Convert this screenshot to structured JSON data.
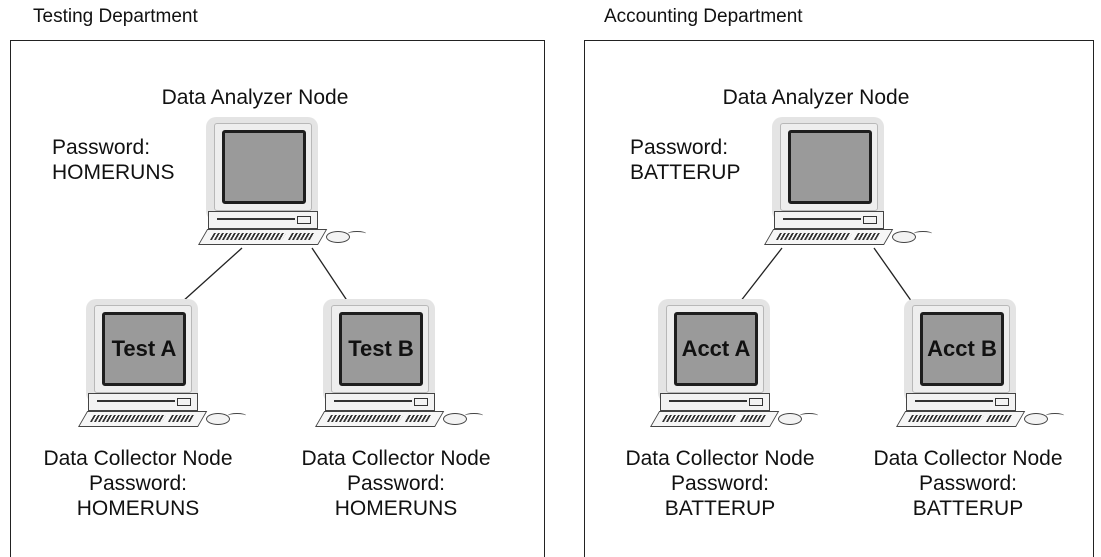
{
  "testing": {
    "title": "Testing Department",
    "analyzer": {
      "name": "Data Analyzer Node",
      "password_label": "Password:",
      "password": "HOMERUNS"
    },
    "collector_a": {
      "screen": "Test A",
      "name": "Data Collector Node",
      "password_label": "Password:",
      "password": "HOMERUNS"
    },
    "collector_b": {
      "screen": "Test B",
      "name": "Data Collector Node",
      "password_label": "Password:",
      "password": "HOMERUNS"
    }
  },
  "accounting": {
    "title": "Accounting Department",
    "analyzer": {
      "name": "Data Analyzer Node",
      "password_label": "Password:",
      "password": "BATTERUP"
    },
    "collector_a": {
      "screen": "Acct A",
      "name": "Data Collector Node",
      "password_label": "Password:",
      "password": "BATTERUP"
    },
    "collector_b": {
      "screen": "Acct B",
      "name": "Data Collector Node",
      "password_label": "Password:",
      "password": "BATTERUP"
    }
  }
}
